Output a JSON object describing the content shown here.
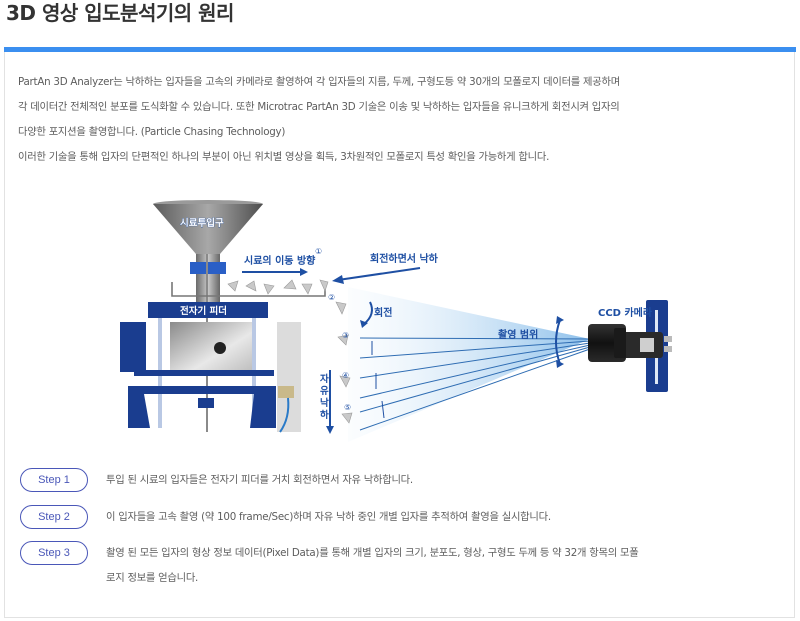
{
  "header": {
    "title": "3D 영상 입도분석기의 원리"
  },
  "theme": {
    "accent_bar": "#3b8ff0",
    "step_border": "#4a57b8",
    "diagram_navy": "#1a3d8f",
    "diagram_label_blue": "#1e4fa3"
  },
  "intro": {
    "lines": [
      "PartAn 3D Analyzer는 낙하하는 입자들을 고속의 카메라로 촬영하여 각 입자들의 지름, 두께, 구형도등 약 30개의 모폴로지 데이터를 제공하며",
      "각 데이터간 전체적인 분포를 도식화할 수 있습니다. 또한 Microtrac PartAn 3D 기술은 이송 및 낙하하는 입자들을 유니크하게 회전시켜 입자의",
      "다양한 포지션을 촬영합니다. (Particle Chasing Technology)",
      "이러한 기술을 통해 입자의 단편적인 하나의 부분이 아닌 위치별 영상을 획득, 3차원적인 모폴로지 특성 확인을 가능하게 합니다."
    ]
  },
  "diagram": {
    "labels": {
      "hopper": "시료투입구",
      "flow_direction": "시료의 이동 방향",
      "rotate_fall": "회전하면서 낙하",
      "rotation": "회전",
      "feeder": "전자기 피더",
      "free_fall": "자유낙하",
      "capture_range": "촬영 범위",
      "camera": "CCD 카메라"
    },
    "markers": [
      "①",
      "②",
      "③",
      "④",
      "⑤"
    ]
  },
  "steps": [
    {
      "label": "Step 1",
      "lines": [
        "투입 된 시료의 입자들은 전자기 피더를 거치 회전하면서 자유 낙하합니다."
      ]
    },
    {
      "label": "Step 2",
      "lines": [
        "이 입자들을 고속 촬영 (약 100 frame/Sec)하며 자유 낙하 중인 개별 입자를 추적하여 촬영을 실시합니다."
      ]
    },
    {
      "label": "Step 3",
      "lines": [
        "촬영 된 모든 입자의 형상 정보 데이터(Pixel Data)를 통해 개별 입자의 크기, 분포도, 형상, 구형도 두께 등 약 32개 항목의 모폴",
        "로지 정보를 얻습니다."
      ]
    }
  ]
}
